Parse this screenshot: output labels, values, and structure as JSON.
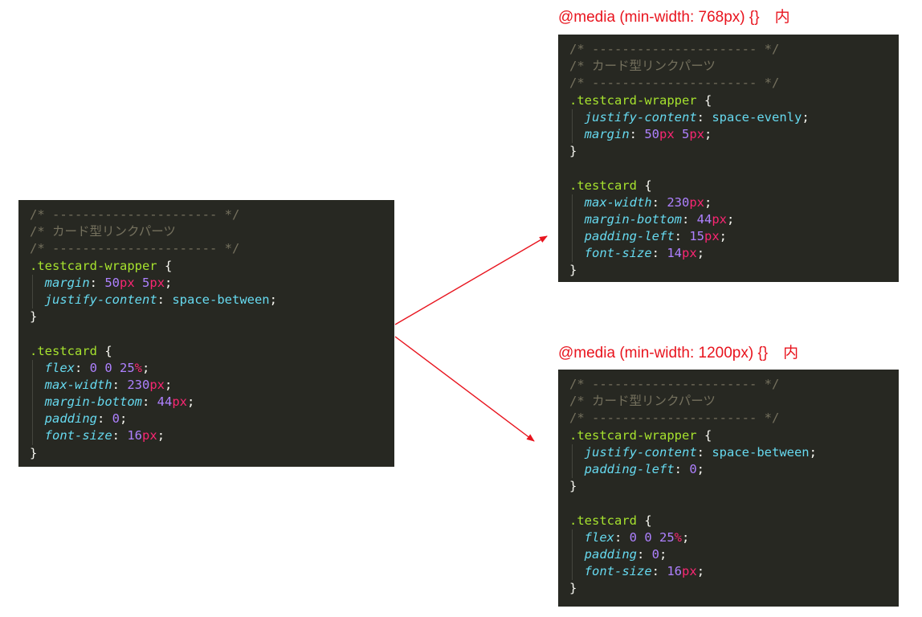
{
  "labels": {
    "media_768": "@media (min-width: 768px) {}　内",
    "media_1200": "@media (min-width: 1200px) {}　内"
  },
  "panels": [
    {
      "id": "base",
      "lines": [
        [
          {
            "t": "/* ---------------------- */",
            "c": "comment"
          }
        ],
        [
          {
            "t": "/* カード型リンクパーツ",
            "c": "comment"
          }
        ],
        [
          {
            "t": "/* ---------------------- */",
            "c": "comment"
          }
        ],
        [
          {
            "t": ".testcard-wrapper",
            "c": "sel"
          },
          {
            "t": " {",
            "c": "brace"
          }
        ],
        [
          {
            "t": "  ",
            "c": "punct"
          },
          {
            "t": "margin",
            "c": "prop"
          },
          {
            "t": ": ",
            "c": "punct"
          },
          {
            "t": "50",
            "c": "num"
          },
          {
            "t": "px",
            "c": "unit"
          },
          {
            "t": " ",
            "c": "punct"
          },
          {
            "t": "5",
            "c": "num"
          },
          {
            "t": "px",
            "c": "unit"
          },
          {
            "t": ";",
            "c": "punct"
          }
        ],
        [
          {
            "t": "  ",
            "c": "punct"
          },
          {
            "t": "justify-content",
            "c": "prop"
          },
          {
            "t": ": ",
            "c": "punct"
          },
          {
            "t": "space-between",
            "c": "kw"
          },
          {
            "t": ";",
            "c": "punct"
          }
        ],
        [
          {
            "t": "}",
            "c": "brace"
          }
        ],
        [],
        [
          {
            "t": ".testcard",
            "c": "sel"
          },
          {
            "t": " {",
            "c": "brace"
          }
        ],
        [
          {
            "t": "  ",
            "c": "punct"
          },
          {
            "t": "flex",
            "c": "prop"
          },
          {
            "t": ": ",
            "c": "punct"
          },
          {
            "t": "0 0 25",
            "c": "num"
          },
          {
            "t": "%",
            "c": "unit"
          },
          {
            "t": ";",
            "c": "punct"
          }
        ],
        [
          {
            "t": "  ",
            "c": "punct"
          },
          {
            "t": "max-width",
            "c": "prop"
          },
          {
            "t": ": ",
            "c": "punct"
          },
          {
            "t": "230",
            "c": "num"
          },
          {
            "t": "px",
            "c": "unit"
          },
          {
            "t": ";",
            "c": "punct"
          }
        ],
        [
          {
            "t": "  ",
            "c": "punct"
          },
          {
            "t": "margin-bottom",
            "c": "prop"
          },
          {
            "t": ": ",
            "c": "punct"
          },
          {
            "t": "44",
            "c": "num"
          },
          {
            "t": "px",
            "c": "unit"
          },
          {
            "t": ";",
            "c": "punct"
          }
        ],
        [
          {
            "t": "  ",
            "c": "punct"
          },
          {
            "t": "padding",
            "c": "prop"
          },
          {
            "t": ": ",
            "c": "punct"
          },
          {
            "t": "0",
            "c": "num"
          },
          {
            "t": ";",
            "c": "punct"
          }
        ],
        [
          {
            "t": "  ",
            "c": "punct"
          },
          {
            "t": "font-size",
            "c": "prop"
          },
          {
            "t": ": ",
            "c": "punct"
          },
          {
            "t": "16",
            "c": "num"
          },
          {
            "t": "px",
            "c": "unit"
          },
          {
            "t": ";",
            "c": "punct"
          }
        ],
        [
          {
            "t": "}",
            "c": "brace"
          }
        ]
      ]
    },
    {
      "id": "md",
      "lines": [
        [
          {
            "t": "/* ---------------------- */",
            "c": "comment"
          }
        ],
        [
          {
            "t": "/* カード型リンクパーツ",
            "c": "comment"
          }
        ],
        [
          {
            "t": "/* ---------------------- */",
            "c": "comment"
          }
        ],
        [
          {
            "t": ".testcard-wrapper",
            "c": "sel"
          },
          {
            "t": " {",
            "c": "brace"
          }
        ],
        [
          {
            "t": "  ",
            "c": "punct"
          },
          {
            "t": "justify-content",
            "c": "prop"
          },
          {
            "t": ": ",
            "c": "punct"
          },
          {
            "t": "space-evenly",
            "c": "kw"
          },
          {
            "t": ";",
            "c": "punct"
          }
        ],
        [
          {
            "t": "  ",
            "c": "punct"
          },
          {
            "t": "margin",
            "c": "prop"
          },
          {
            "t": ": ",
            "c": "punct"
          },
          {
            "t": "50",
            "c": "num"
          },
          {
            "t": "px",
            "c": "unit"
          },
          {
            "t": " ",
            "c": "punct"
          },
          {
            "t": "5",
            "c": "num"
          },
          {
            "t": "px",
            "c": "unit"
          },
          {
            "t": ";",
            "c": "punct"
          }
        ],
        [
          {
            "t": "}",
            "c": "brace"
          }
        ],
        [],
        [
          {
            "t": ".testcard",
            "c": "sel"
          },
          {
            "t": " {",
            "c": "brace"
          }
        ],
        [
          {
            "t": "  ",
            "c": "punct"
          },
          {
            "t": "max-width",
            "c": "prop"
          },
          {
            "t": ": ",
            "c": "punct"
          },
          {
            "t": "230",
            "c": "num"
          },
          {
            "t": "px",
            "c": "unit"
          },
          {
            "t": ";",
            "c": "punct"
          }
        ],
        [
          {
            "t": "  ",
            "c": "punct"
          },
          {
            "t": "margin-bottom",
            "c": "prop"
          },
          {
            "t": ": ",
            "c": "punct"
          },
          {
            "t": "44",
            "c": "num"
          },
          {
            "t": "px",
            "c": "unit"
          },
          {
            "t": ";",
            "c": "punct"
          }
        ],
        [
          {
            "t": "  ",
            "c": "punct"
          },
          {
            "t": "padding-left",
            "c": "prop"
          },
          {
            "t": ": ",
            "c": "punct"
          },
          {
            "t": "15",
            "c": "num"
          },
          {
            "t": "px",
            "c": "unit"
          },
          {
            "t": ";",
            "c": "punct"
          }
        ],
        [
          {
            "t": "  ",
            "c": "punct"
          },
          {
            "t": "font-size",
            "c": "prop"
          },
          {
            "t": ": ",
            "c": "punct"
          },
          {
            "t": "14",
            "c": "num"
          },
          {
            "t": "px",
            "c": "unit"
          },
          {
            "t": ";",
            "c": "punct"
          }
        ],
        [
          {
            "t": "}",
            "c": "brace"
          }
        ]
      ]
    },
    {
      "id": "lg",
      "lines": [
        [
          {
            "t": "/* ---------------------- */",
            "c": "comment"
          }
        ],
        [
          {
            "t": "/* カード型リンクパーツ",
            "c": "comment"
          }
        ],
        [
          {
            "t": "/* ---------------------- */",
            "c": "comment"
          }
        ],
        [
          {
            "t": ".testcard-wrapper",
            "c": "sel"
          },
          {
            "t": " {",
            "c": "brace"
          }
        ],
        [
          {
            "t": "  ",
            "c": "punct"
          },
          {
            "t": "justify-content",
            "c": "prop"
          },
          {
            "t": ": ",
            "c": "punct"
          },
          {
            "t": "space-between",
            "c": "kw"
          },
          {
            "t": ";",
            "c": "punct"
          }
        ],
        [
          {
            "t": "  ",
            "c": "punct"
          },
          {
            "t": "padding-left",
            "c": "prop"
          },
          {
            "t": ": ",
            "c": "punct"
          },
          {
            "t": "0",
            "c": "num"
          },
          {
            "t": ";",
            "c": "punct"
          }
        ],
        [
          {
            "t": "}",
            "c": "brace"
          }
        ],
        [],
        [
          {
            "t": ".testcard",
            "c": "sel"
          },
          {
            "t": " {",
            "c": "brace"
          }
        ],
        [
          {
            "t": "  ",
            "c": "punct"
          },
          {
            "t": "flex",
            "c": "prop"
          },
          {
            "t": ": ",
            "c": "punct"
          },
          {
            "t": "0 0 25",
            "c": "num"
          },
          {
            "t": "%",
            "c": "unit"
          },
          {
            "t": ";",
            "c": "punct"
          }
        ],
        [
          {
            "t": "  ",
            "c": "punct"
          },
          {
            "t": "padding",
            "c": "prop"
          },
          {
            "t": ": ",
            "c": "punct"
          },
          {
            "t": "0",
            "c": "num"
          },
          {
            "t": ";",
            "c": "punct"
          }
        ],
        [
          {
            "t": "  ",
            "c": "punct"
          },
          {
            "t": "font-size",
            "c": "prop"
          },
          {
            "t": ": ",
            "c": "punct"
          },
          {
            "t": "16",
            "c": "num"
          },
          {
            "t": "px",
            "c": "unit"
          },
          {
            "t": ";",
            "c": "punct"
          }
        ],
        [
          {
            "t": "}",
            "c": "brace"
          }
        ]
      ]
    }
  ],
  "colors": {
    "background": "#ffffff",
    "panel": "#272822",
    "arrow": "#e8141e",
    "comment": "#75715e",
    "selector": "#a6e22e",
    "property": "#66d9ef",
    "number": "#ae81ff",
    "unit": "#f92672",
    "keyword": "#66d9ef"
  }
}
